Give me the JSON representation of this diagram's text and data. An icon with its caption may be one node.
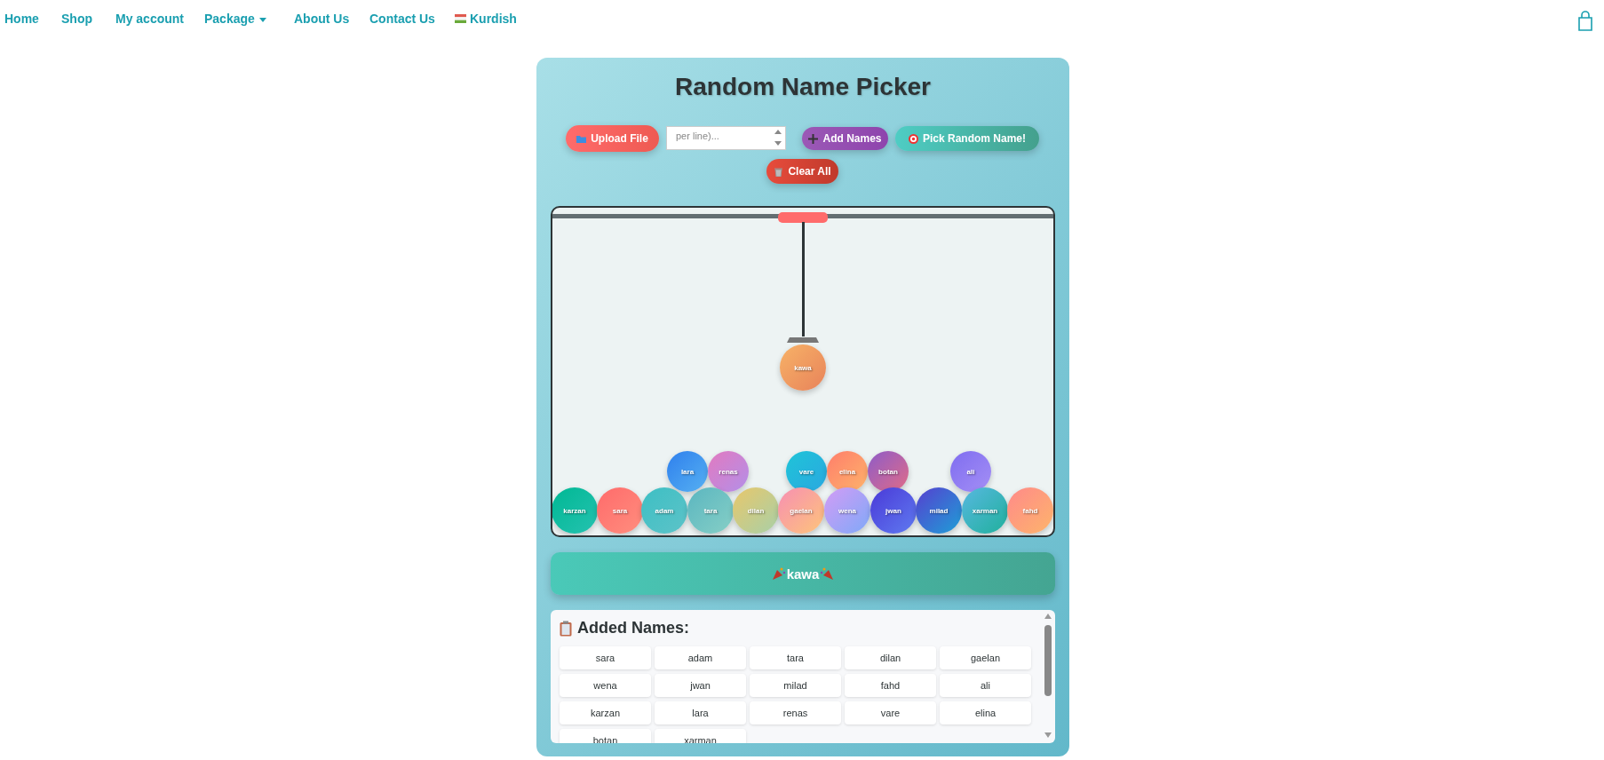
{
  "diagram": {
    "title": "Random Name Picker",
    "labels": [
      "Home",
      "Shop",
      "My account",
      "Package",
      "About Us",
      "Contact Us",
      "Kurdish",
      "Upload File",
      "per line)...",
      "Add Names",
      "Pick Random Name!",
      "Clear All",
      "kawa",
      "lara",
      "renas",
      "vare",
      "elina",
      "botan",
      "ali",
      "karzan",
      "sara",
      "adam",
      "tara",
      "dilan",
      "gaelan",
      "wena",
      "jwan",
      "milad",
      "xarman",
      "fahd",
      "kawa",
      "Added Names:",
      "sara",
      "adam",
      "tara",
      "dilan",
      "gaelan",
      "wena",
      "jwan",
      "milad",
      "fahd",
      "ali",
      "karzan",
      "lara",
      "renas",
      "vare",
      "elina",
      "botan",
      "xarman"
    ]
  }
}
